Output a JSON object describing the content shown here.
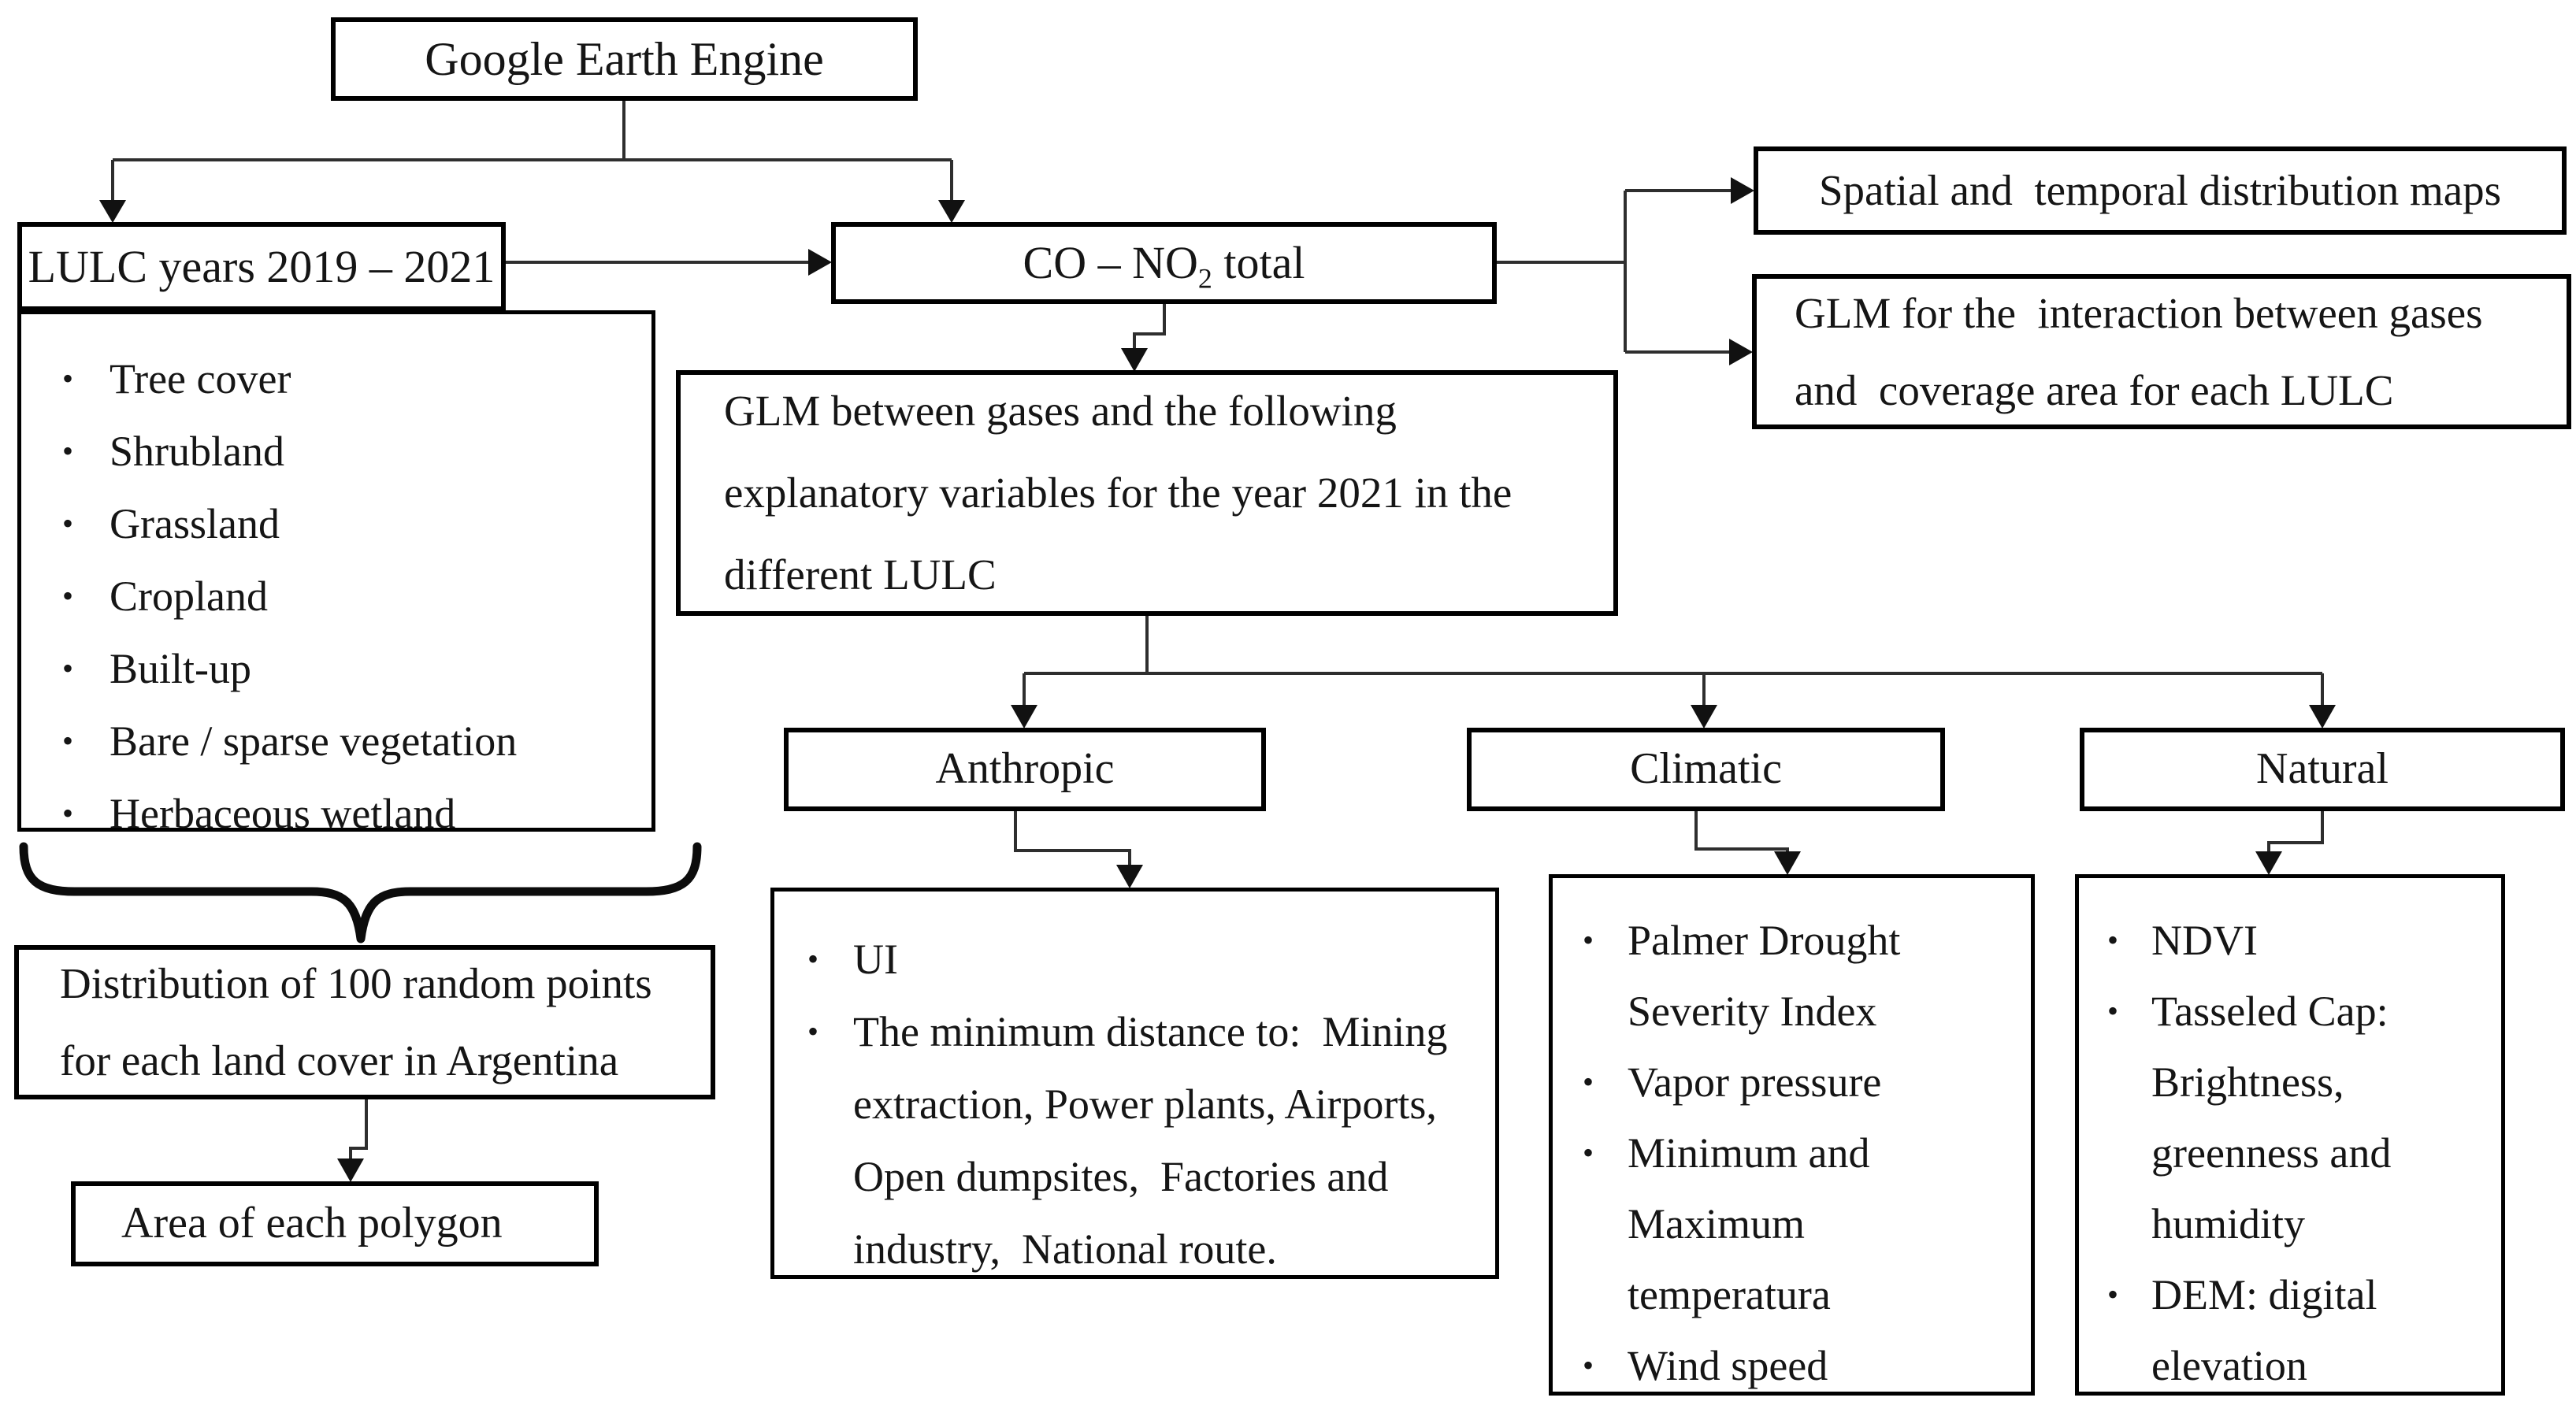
{
  "diagram": {
    "nodes": {
      "gee": {
        "label": "Google Earth Engine"
      },
      "lulc": {
        "label": "LULC years 2019 – 2021"
      },
      "lulc_classes": {
        "items": [
          "Tree cover",
          "Shrubland",
          "Grassland",
          "Cropland",
          "Built-up",
          "Bare / sparse vegetation",
          "Herbaceous wetland"
        ]
      },
      "distribution": {
        "lines": [
          "Distribution of 100 random points",
          "for each land cover in Argentina"
        ]
      },
      "area": {
        "label": "Area of each polygon"
      },
      "gases": {
        "prefix": "CO – NO",
        "subscript": "2",
        "suffix": " total"
      },
      "glm": {
        "lines": [
          "GLM between gases and the following",
          "explanatory variables for the year 2021 in the",
          "different LULC"
        ]
      },
      "spatial": {
        "label": "Spatial and  temporal distribution maps"
      },
      "glm_interaction": {
        "lines": [
          "GLM for the  interaction between gases",
          "and  coverage area for each LULC"
        ]
      },
      "anthropic": {
        "label": "Anthropic",
        "items": [
          "UI",
          "The minimum distance to:  Mining extraction, Power plants, Airports, Open dumpsites,  Factories and industry,  National route."
        ]
      },
      "climatic": {
        "label": "Climatic",
        "items": [
          "Palmer Drought Severity Index",
          "Vapor pressure",
          "Minimum and Maximum temperatura",
          "Wind speed"
        ]
      },
      "natural": {
        "label": "Natural",
        "items": [
          "NDVI",
          "Tasseled Cap: Brightness, greenness and humidity",
          "DEM: digital elevation"
        ]
      }
    },
    "colors": {
      "line": "#2e2e2e",
      "arrow": "#111111",
      "border": "#000000",
      "text": "#151515",
      "background": "#ffffff"
    }
  }
}
